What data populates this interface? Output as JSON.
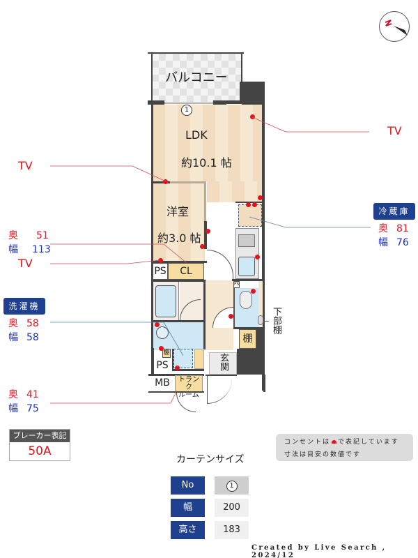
{
  "compass": {
    "label": "N",
    "icon": "north-compass-icon"
  },
  "rooms": {
    "balcony": "バルコニー",
    "ldk": {
      "name": "LDK",
      "size": "約10.1 帖"
    },
    "western_room": {
      "name": "洋室",
      "size": "約3.0 帖"
    },
    "closet": "CL",
    "ps_top": "PS",
    "ps_mid": "PS",
    "ps_lower": "PS",
    "ps_toilet": "PS",
    "mb": "MB",
    "trunk_room": "トランク\nルーム",
    "trunk_room_line1": "トランク",
    "trunk_room_line2": "ルーム",
    "shelf_small": "棚",
    "shelf": "棚",
    "entrance": "玄関",
    "lower_shelf": "下部棚",
    "window_no": "1"
  },
  "callouts": {
    "tv_right": "TV",
    "tv_left": "TV",
    "tv_lower": "TV",
    "closet_dims": {
      "depth_label": "奥",
      "depth": "51",
      "width_label": "幅",
      "width": "113"
    },
    "fridge": {
      "title": "冷蔵庫",
      "depth_label": "奥",
      "depth": "81",
      "width_label": "幅",
      "width": "76"
    },
    "washer": {
      "title": "洗濯機",
      "depth_label": "奥",
      "depth": "58",
      "width_label": "幅",
      "width": "58"
    },
    "trunk_dims": {
      "depth_label": "奥",
      "depth": "41",
      "width_label": "幅",
      "width": "75"
    }
  },
  "breaker": {
    "title": "ブレーカー表記",
    "value": "50A"
  },
  "curtain": {
    "title": "カーテンサイズ",
    "rows": [
      {
        "key": "No",
        "value": "1"
      },
      {
        "key": "幅",
        "value": "200"
      },
      {
        "key": "高さ",
        "value": "183"
      }
    ]
  },
  "notes": {
    "line1_pre": "コンセントは",
    "line1_post": "で表記しています",
    "line2": "寸法は目安の数値です"
  },
  "credit": "Created by Live Search , 2024/12",
  "colors": {
    "navy": "#1f3f8f",
    "red": "#e0141e",
    "blue": "#1a2fc9",
    "wall": "#444444",
    "floor": "#f1dcbf",
    "yellow": "#f7dea0",
    "water": "#cfe8f5"
  }
}
